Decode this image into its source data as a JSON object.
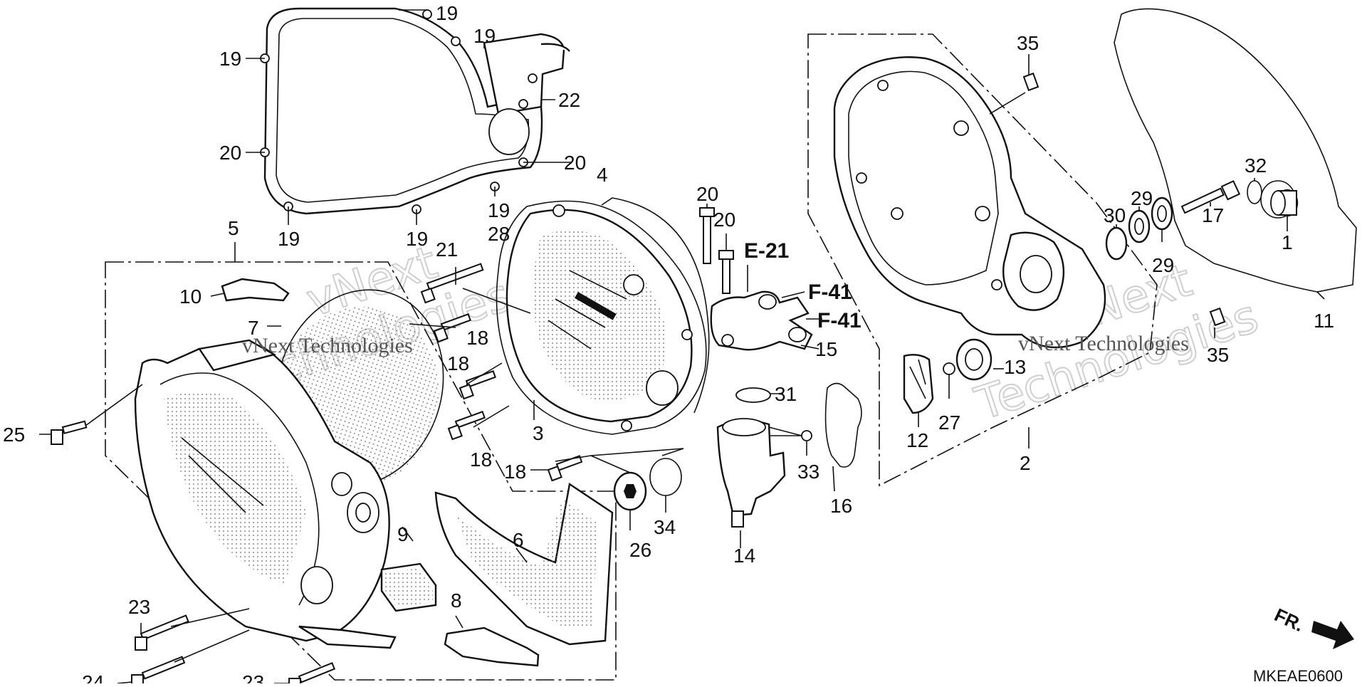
{
  "diagram": {
    "callouts": [
      {
        "id": "c19a",
        "text": "19"
      },
      {
        "id": "c19b",
        "text": "19"
      },
      {
        "id": "c19c",
        "text": "19"
      },
      {
        "id": "c19d",
        "text": "19"
      },
      {
        "id": "c19e",
        "text": "19"
      },
      {
        "id": "c19f",
        "text": "19"
      },
      {
        "id": "c20a",
        "text": "20"
      },
      {
        "id": "c20b",
        "text": "20"
      },
      {
        "id": "c22",
        "text": "22"
      },
      {
        "id": "c4",
        "text": "4"
      },
      {
        "id": "c5",
        "text": "5"
      },
      {
        "id": "c21",
        "text": "21"
      },
      {
        "id": "c28",
        "text": "28"
      },
      {
        "id": "c10",
        "text": "10"
      },
      {
        "id": "c7",
        "text": "7"
      },
      {
        "id": "c18a",
        "text": "18"
      },
      {
        "id": "c18b",
        "text": "18"
      },
      {
        "id": "c18c",
        "text": "18"
      },
      {
        "id": "c18d",
        "text": "18"
      },
      {
        "id": "c3",
        "text": "3"
      },
      {
        "id": "c25",
        "text": "25"
      },
      {
        "id": "c9",
        "text": "9"
      },
      {
        "id": "c6",
        "text": "6"
      },
      {
        "id": "c8",
        "text": "8"
      },
      {
        "id": "c23a",
        "text": "23"
      },
      {
        "id": "c23b",
        "text": "23"
      },
      {
        "id": "c24",
        "text": "24"
      },
      {
        "id": "c20c",
        "text": "20"
      },
      {
        "id": "c20d",
        "text": "20"
      },
      {
        "id": "c15",
        "text": "15"
      },
      {
        "id": "c31",
        "text": "31"
      },
      {
        "id": "c33",
        "text": "33"
      },
      {
        "id": "c26",
        "text": "26"
      },
      {
        "id": "c34",
        "text": "34"
      },
      {
        "id": "c14",
        "text": "14"
      },
      {
        "id": "c16",
        "text": "16"
      },
      {
        "id": "c35a",
        "text": "35"
      },
      {
        "id": "c35b",
        "text": "35"
      },
      {
        "id": "c13",
        "text": "13"
      },
      {
        "id": "c27",
        "text": "27"
      },
      {
        "id": "c12",
        "text": "12"
      },
      {
        "id": "c2",
        "text": "2"
      },
      {
        "id": "c30",
        "text": "30"
      },
      {
        "id": "c29a",
        "text": "29"
      },
      {
        "id": "c29b",
        "text": "29"
      },
      {
        "id": "c17",
        "text": "17"
      },
      {
        "id": "c32",
        "text": "32"
      },
      {
        "id": "c1",
        "text": "1"
      },
      {
        "id": "c11",
        "text": "11"
      }
    ],
    "references": [
      {
        "id": "e21",
        "text": "E-21"
      },
      {
        "id": "f41a",
        "text": "F-41"
      },
      {
        "id": "f41b",
        "text": "F-41"
      }
    ],
    "watermark": {
      "small": "vNext Technologies",
      "big_line1": "vNext",
      "big_line2": "Technologies"
    },
    "front_marker": "FR.",
    "diagram_code": "MKEAE0600"
  }
}
